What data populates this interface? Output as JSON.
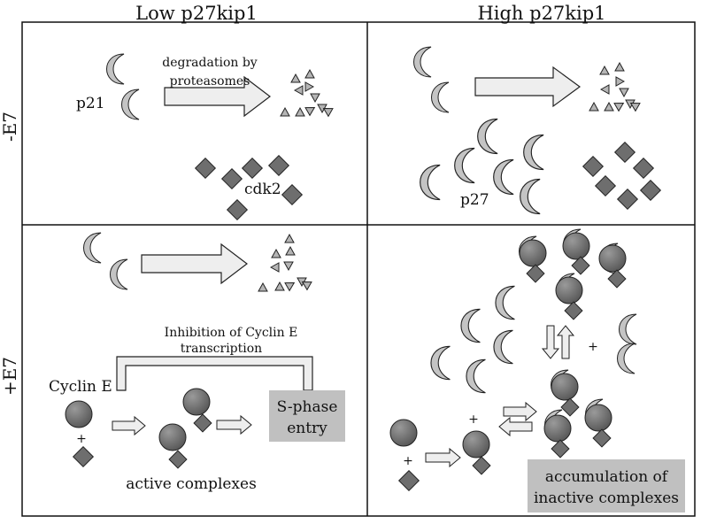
{
  "columns": [
    "Low p27kip1",
    "High p27kip1"
  ],
  "rows": [
    "-E7",
    "+E7"
  ],
  "labels": {
    "p21": "p21",
    "degradation": "degradation by",
    "proteasomes": "proteasomes",
    "cdk2": "cdk2",
    "p27": "p27",
    "inhibition_line1": "Inhibition of Cyclin E",
    "inhibition_line2": "transcription",
    "cyclin_e": "Cyclin E",
    "plus": "+",
    "sphase_line1": "S-phase",
    "sphase_line2": "entry",
    "active_complexes": "active complexes",
    "accum_line1": "accumulation of",
    "accum_line2": "inactive complexes"
  },
  "colors": {
    "crescent": "#c4c4c4",
    "protein_dark": "#6e6e6e",
    "arrow_fill": "#eeeeee",
    "label_box": "#c0c0c0"
  }
}
